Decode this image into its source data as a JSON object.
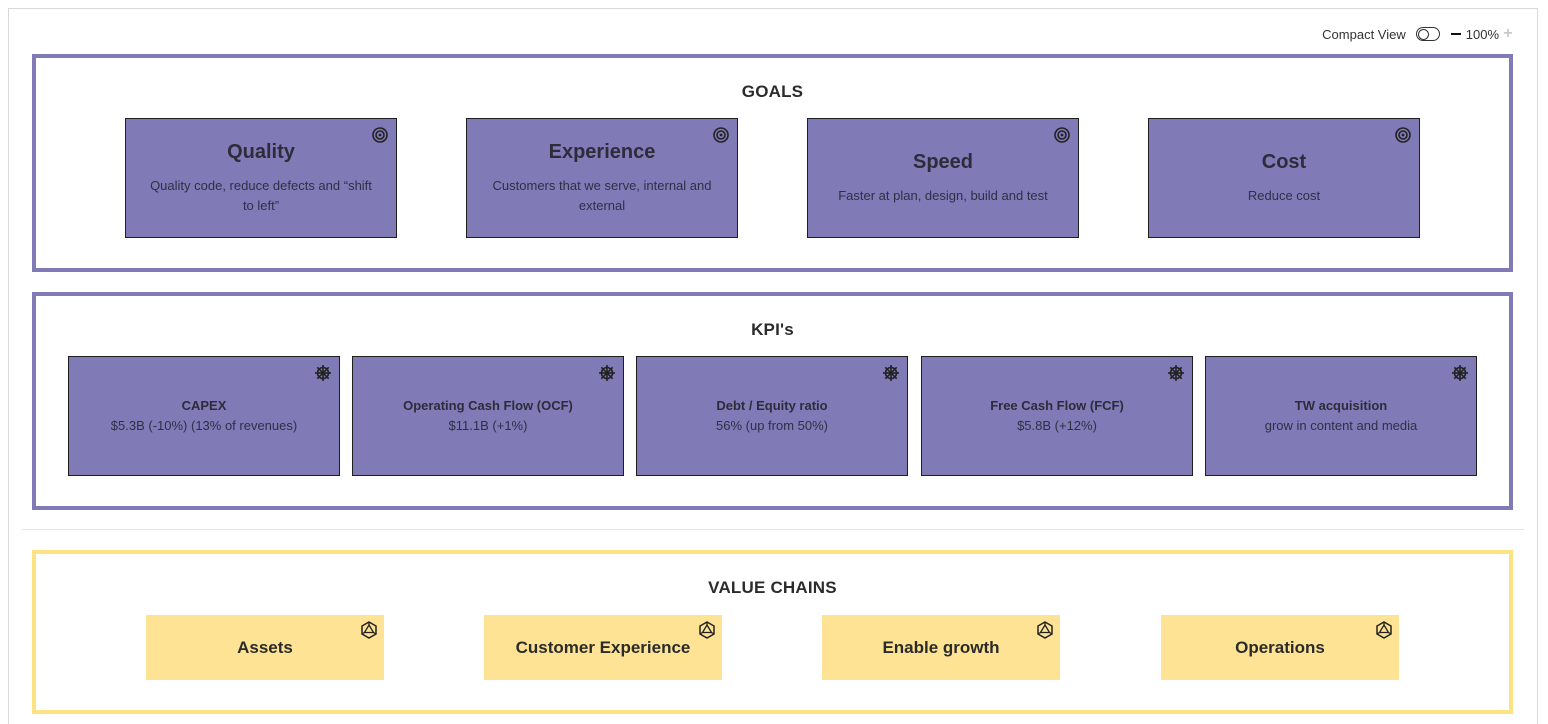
{
  "toolbar": {
    "compact_view_label": "Compact View",
    "zoom_value": "100%"
  },
  "goals": {
    "title": "GOALS",
    "cards": [
      {
        "title": "Quality",
        "desc": "Quality code, reduce defects and “shift to left”",
        "icon": "target-icon"
      },
      {
        "title": "Experience",
        "desc": "Customers that we serve, internal and external",
        "icon": "target-icon"
      },
      {
        "title": "Speed",
        "desc": "Faster at plan, design, build and test",
        "icon": "target-icon"
      },
      {
        "title": "Cost",
        "desc": "Reduce cost",
        "icon": "target-icon"
      }
    ]
  },
  "kpis": {
    "title": "KPI's",
    "cards": [
      {
        "title": "CAPEX",
        "desc": "$5.3B (-10%) (13% of revenues)",
        "icon": "ship-wheel-icon"
      },
      {
        "title": "Operating Cash Flow (OCF)",
        "desc": "$11.1B (+1%)",
        "icon": "ship-wheel-icon"
      },
      {
        "title": "Debt / Equity ratio",
        "desc": "56% (up from 50%)",
        "icon": "ship-wheel-icon"
      },
      {
        "title": "Free Cash Flow (FCF)",
        "desc": "$5.8B (+12%)",
        "icon": "ship-wheel-icon"
      },
      {
        "title": "TW acquisition",
        "desc": "grow in content and media",
        "icon": "ship-wheel-icon"
      }
    ]
  },
  "value_chains": {
    "title": "VALUE CHAINS",
    "cards": [
      {
        "title": "Assets",
        "icon": "gem-icon"
      },
      {
        "title": "Customer Experience",
        "icon": "gem-icon"
      },
      {
        "title": "Enable growth",
        "icon": "gem-icon"
      },
      {
        "title": "Operations",
        "icon": "gem-icon"
      }
    ]
  },
  "colors": {
    "purple": "#807bb7",
    "yellow_border": "#fbe283",
    "yellow_card": "#fde393"
  }
}
